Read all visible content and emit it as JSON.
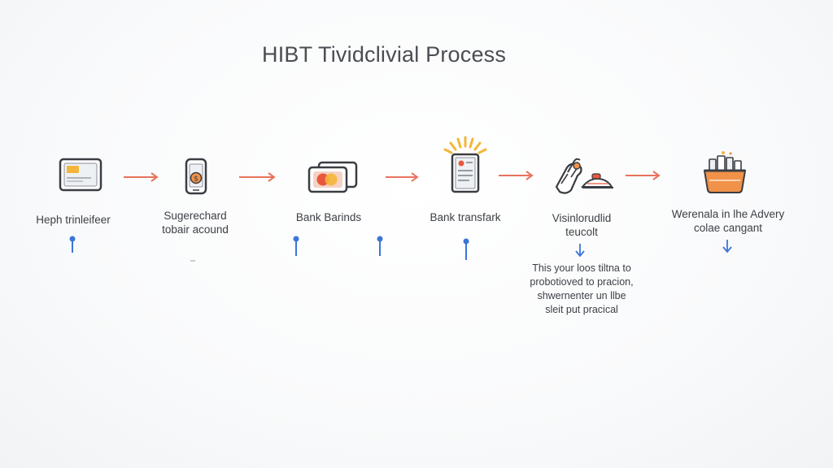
{
  "title": "HIBT Tividclivial Process",
  "steps": [
    {
      "label_lines": [
        "Heph trinleifeer"
      ],
      "icon": "card-screen-icon"
    },
    {
      "label_lines": [
        "Sugerechard",
        "tobair acound"
      ],
      "icon": "phone-coin-icon"
    },
    {
      "label_lines": [
        "Bank Barinds"
      ],
      "icon": "bank-cards-icon"
    },
    {
      "label_lines": [
        "Bank transfark"
      ],
      "icon": "document-burst-icon"
    },
    {
      "label_lines": [
        "Visinlorudlid",
        "teucolt"
      ],
      "icon": "hands-tools-icon"
    },
    {
      "label_lines": [
        "Werenala in lhe Advery",
        "colae cangant"
      ],
      "icon": "basket-icon"
    }
  ],
  "note_lines": [
    "This your loos tiltna to",
    "probotioved to pracion,",
    "shwernenter un llbe",
    "sleit put pracical"
  ],
  "colors": {
    "arrow": "#e8735e",
    "pin": "#3b76d6",
    "orange": "#f0924a",
    "amber": "#f4b63a",
    "outline": "#3a3d42"
  }
}
